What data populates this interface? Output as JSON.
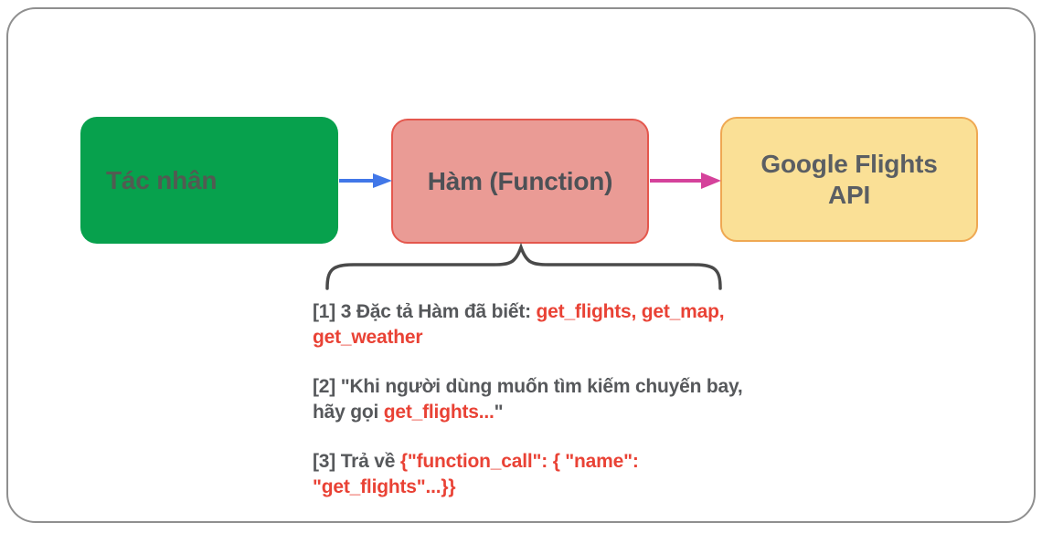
{
  "canvas": {
    "background": "#ffffff",
    "frame_border_color": "#8F8F8F"
  },
  "nodes": {
    "agent": {
      "label": "Tác nhân",
      "fill": "#07A14D",
      "text_color": "#525B52"
    },
    "function": {
      "label": "Hàm (Function)",
      "fill": "#EA9B95",
      "border_color": "#E4574D",
      "text_color": "#4D5156"
    },
    "api": {
      "label": "Google Flights API",
      "fill": "#FAE096",
      "border_color": "#EFA852",
      "text_color": "#5A5E63"
    }
  },
  "arrows": {
    "agent_to_function": {
      "color": "#4177E8"
    },
    "function_to_api": {
      "color": "#D5429B"
    }
  },
  "brace": {
    "color": "#4A4A4A"
  },
  "notes": {
    "text_color": "#56585B",
    "code_color": "#E94235",
    "items": [
      {
        "lines": [
          {
            "segments": [
              {
                "text": "[1] 3 Đặc tả Hàm đã biết: ",
                "code": false
              },
              {
                "text": "get_flights, get_map,",
                "code": true
              }
            ]
          },
          {
            "segments": [
              {
                "text": "get_weather",
                "code": true
              }
            ]
          }
        ]
      },
      {
        "lines": [
          {
            "segments": [
              {
                "text": "[2] \"Khi người dùng muốn tìm kiếm chuyến bay,",
                "code": false
              }
            ]
          },
          {
            "segments": [
              {
                "text": "hãy gọi ",
                "code": false
              },
              {
                "text": "get_flights...",
                "code": true
              },
              {
                "text": "\"",
                "code": false
              }
            ]
          }
        ]
      },
      {
        "lines": [
          {
            "segments": [
              {
                "text": "[3] Trả về ",
                "code": false
              },
              {
                "text": "{\"function_call\": { \"name\":",
                "code": true
              }
            ]
          },
          {
            "segments": [
              {
                "text": "\"get_flights\"...}}",
                "code": true
              }
            ]
          }
        ]
      }
    ]
  }
}
